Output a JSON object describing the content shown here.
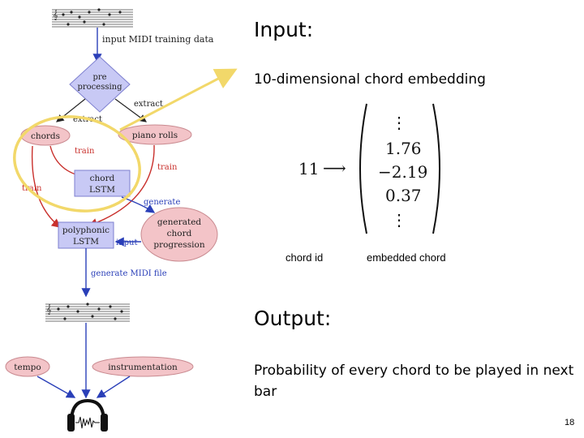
{
  "slide": {
    "input_heading": "Input:",
    "embedding_description": "10-dimensional chord embedding",
    "output_heading": "Output:",
    "probability_description": "Probability of every chord to be played in next bar",
    "slide_number": "18"
  },
  "embedding": {
    "chord_id_value": "11",
    "arrow": "⟶",
    "vector_values": [
      "1.76",
      "−2.19",
      "0.37"
    ],
    "ellipsis": "⋮",
    "chord_id_caption": "chord id",
    "embedded_caption": "embedded chord"
  },
  "pipeline": {
    "input_label": "input MIDI training data",
    "preprocessing_line1": "pre",
    "preprocessing_line2": "processing",
    "extract_right": "extract",
    "extract_left": "extract",
    "chords_node": "chords",
    "piano_rolls_node": "piano rolls",
    "train_chords_to_lstm": "train",
    "train_right": "train",
    "train_left": "train",
    "chord_lstm_line1": "chord",
    "chord_lstm_line2": "LSTM",
    "generate_label": "generate",
    "generated_line1": "generated",
    "generated_line2": "chord",
    "generated_line3": "progression",
    "polyphonic_line1": "polyphonic",
    "polyphonic_line2": "LSTM",
    "input_label_small": "input",
    "generate_midi_label": "generate MIDI file",
    "tempo_node": "tempo",
    "instrumentation_node": "instrumentation"
  },
  "colors": {
    "node_pink": "#f3c4c8",
    "node_pink_stroke": "#c98a90",
    "node_blue": "#c8c9f5",
    "node_blue_stroke": "#7d7fcf",
    "arrow_blue": "#2a3fb8",
    "arrow_red": "#c9302c",
    "highlight_yellow": "#f2d86a"
  }
}
